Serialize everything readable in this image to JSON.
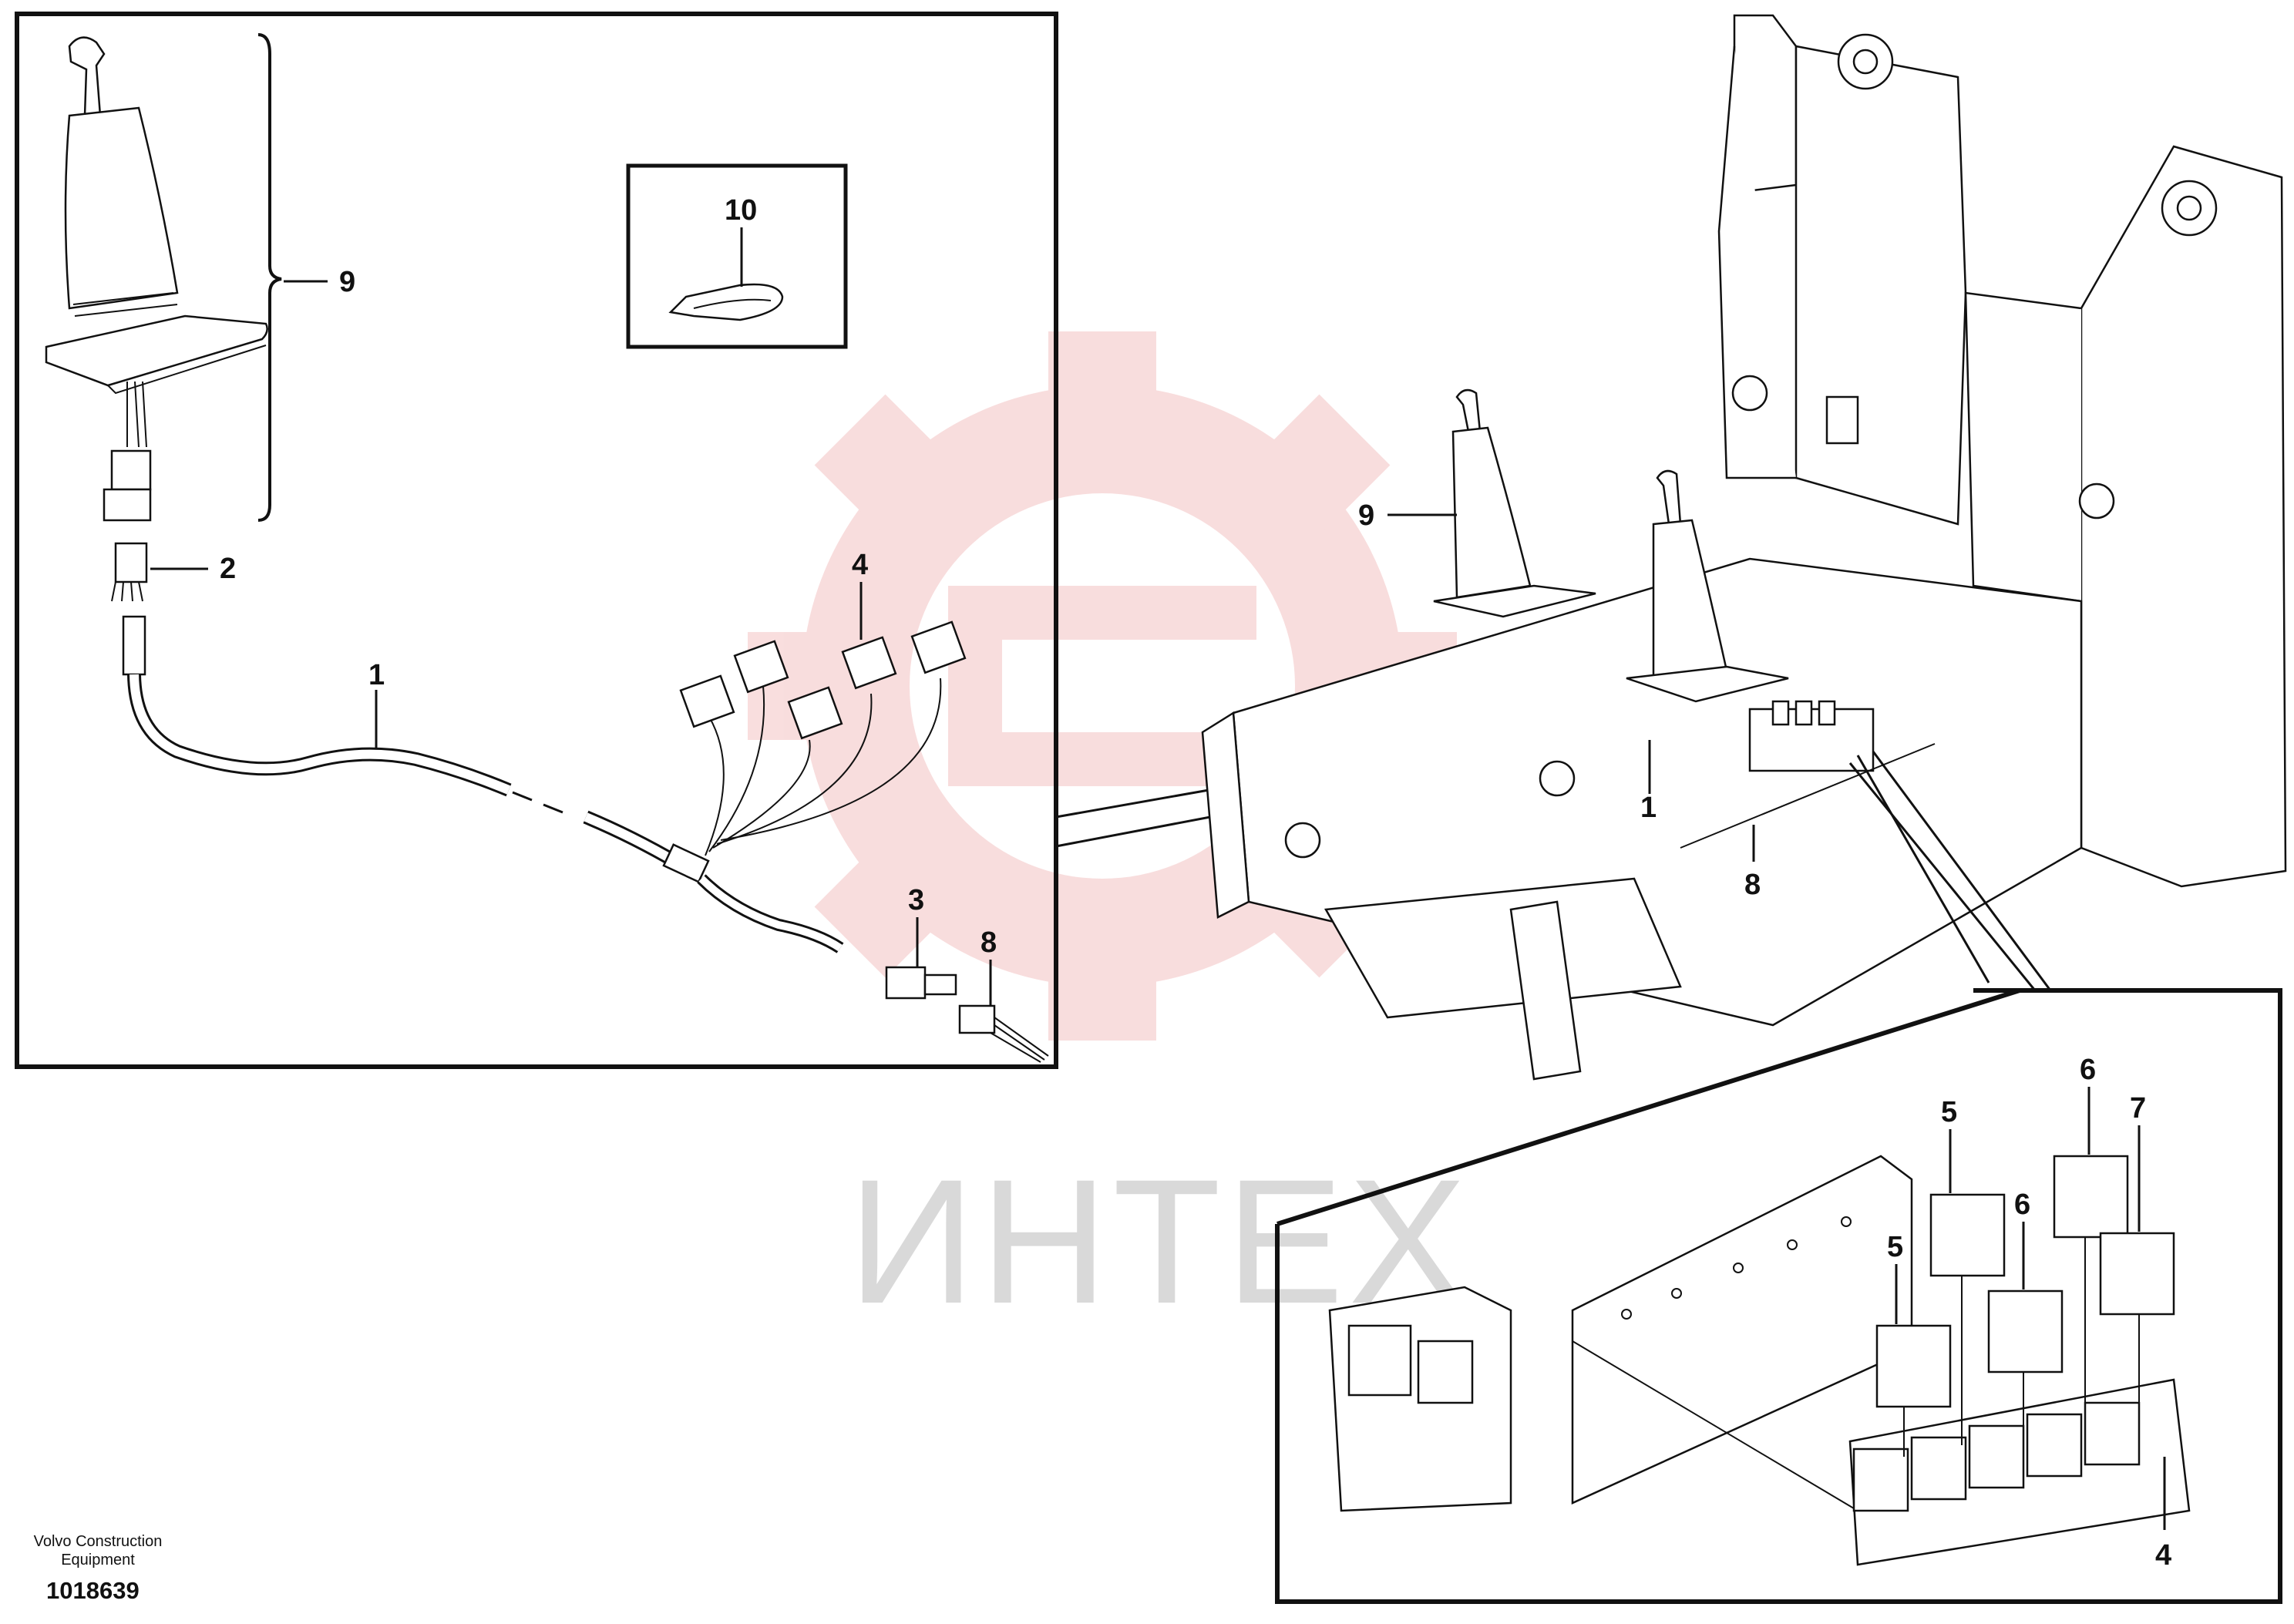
{
  "watermark": {
    "text": "ИНТЕХ",
    "gear_color": "#f2c6c6",
    "text_color": "#d9d9d9"
  },
  "footer": {
    "company": "Volvo Construction Equipment",
    "document_number": "1018639"
  },
  "callouts": {
    "detail_joystick": "9",
    "detail_connector": "2",
    "detail_cable": "1",
    "detail_branch_connectors": "4",
    "detail_plug": "3",
    "detail_end_connector": "8",
    "cable_tie": "10",
    "main_joystick": "9",
    "main_harness": "1",
    "main_rail": "8",
    "relay_5a": "5",
    "relay_5b": "5",
    "relay_6a": "6",
    "relay_6b": "6",
    "relay_7": "7",
    "relay_base": "4"
  }
}
